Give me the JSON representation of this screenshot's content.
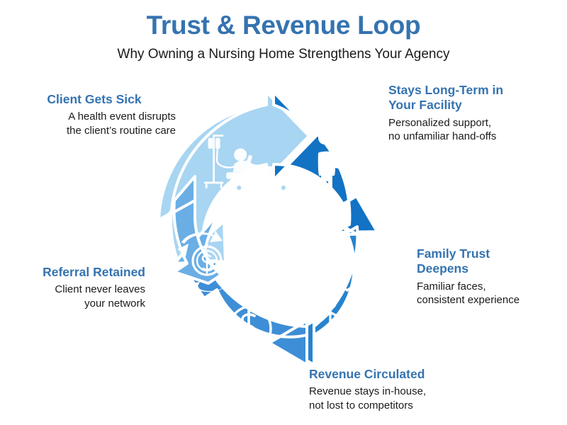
{
  "header": {
    "title": "Trust & Revenue Loop",
    "subtitle": "Why Owning a Nursing Home Strengthens Your Agency"
  },
  "colors": {
    "title_blue": "#3573b0",
    "body_text": "#1a1a1a",
    "background": "#ffffff",
    "segment_sick": "#a8d5f2",
    "segment_stays": "#1272c4",
    "segment_family": "#2684cf",
    "segment_revenue": "#3d8ed6",
    "segment_referral": "#6aaee5"
  },
  "diagram": {
    "type": "cycle",
    "direction": "clockwise",
    "segment_count": 5,
    "steps": [
      {
        "id": "client-gets-sick",
        "order": 1,
        "title": "Client Gets Sick",
        "body": "A health event disrupts\nthe client’s routine care",
        "color": "#a8d5f2",
        "icon": "patient-stretcher-iv-icon",
        "position": "top-left"
      },
      {
        "id": "stays-long-term",
        "order": 2,
        "title": "Stays Long-Term in\nYour Facility",
        "title_line1": "Stays Long-Term in",
        "title_line2": "Your Facility",
        "body": "Personalized support,\nno unfamiliar hand-offs",
        "color": "#1272c4",
        "icon": "caregiver-wheelchair-icon",
        "position": "top-right"
      },
      {
        "id": "family-trust-deepens",
        "order": 3,
        "title": "Family Trust\nDeepens",
        "title_line1": "Family Trust",
        "title_line2": "Deepens",
        "body": "Familiar faces,\nconsistent experience",
        "color": "#2684cf",
        "icon": "family-heart-icon",
        "position": "right"
      },
      {
        "id": "revenue-circulated",
        "order": 4,
        "title": "Revenue Circulated",
        "body": "Revenue stays in-house,\nnot lost to competitors",
        "color": "#3d8ed6",
        "icon": "dollar-cycle-icon",
        "position": "bottom"
      },
      {
        "id": "referral-retained",
        "order": 5,
        "title": "Referral Retained",
        "body": "Client never leaves\nyour network",
        "color": "#6aaee5",
        "icon": "money-recirculation-sparkle-icon",
        "position": "left"
      }
    ]
  }
}
